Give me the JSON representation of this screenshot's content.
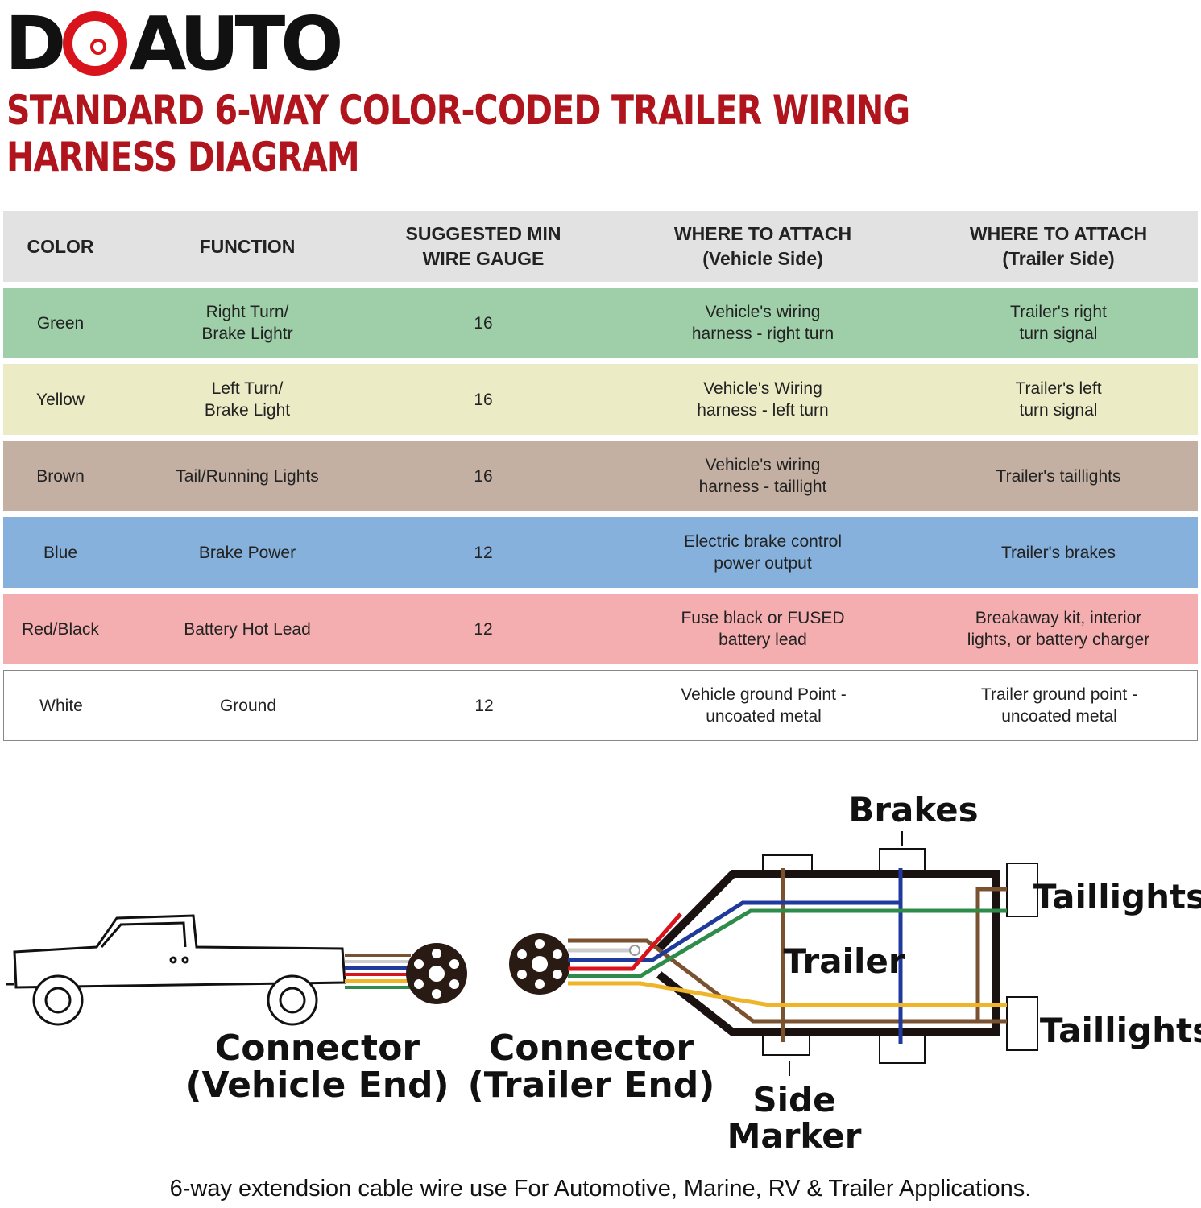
{
  "brand": {
    "logo": "DOAUTO",
    "accent": "#d8131c"
  },
  "title": {
    "line1": "STANDARD 6-WAY COLOR-CODED TRAILER WIRING",
    "line2": "HARNESS DIAGRAM",
    "color": "#b0141c"
  },
  "table": {
    "headers": [
      "COLOR",
      "FUNCTION",
      "SUGGESTED MIN\nWIRE GAUGE",
      "WHERE TO ATTACH\n(Vehicle Side)",
      "WHERE TO ATTACH\n(Trailer Side)"
    ],
    "rows": [
      {
        "bg": "#9ecfa8",
        "cells": [
          "Green",
          "Right Turn/\nBrake Lightr",
          "16",
          "Vehicle's wiring\nharness - right turn",
          "Trailer's right\nturn signal"
        ]
      },
      {
        "bg": "#ebebc5",
        "cells": [
          "Yellow",
          "Left Turn/\nBrake Light",
          "16",
          "Vehicle's Wiring\nharness - left turn",
          "Trailer's left\nturn signal"
        ]
      },
      {
        "bg": "#c3b0a2",
        "cells": [
          "Brown",
          "Tail/Running Lights",
          "16",
          "Vehicle's wiring\nharness - taillight",
          "Trailer's taillights"
        ]
      },
      {
        "bg": "#85b1dc",
        "cells": [
          "Blue",
          "Brake Power",
          "12",
          "Electric brake control\npower output",
          "Trailer's brakes"
        ]
      },
      {
        "bg": "#f5aeb0",
        "cells": [
          "Red/Black",
          "Battery Hot Lead",
          "12",
          "Fuse black or FUSED\nbattery lead",
          "Breakaway kit, interior\nlights, or battery charger"
        ]
      },
      {
        "bg": "#ffffff",
        "cells": [
          "White",
          "Ground",
          "12",
          "Vehicle ground Point -\nuncoated metal",
          "Trailer ground point -\nuncoated metal"
        ]
      }
    ]
  },
  "diagram": {
    "brakes": "Brakes",
    "taillights_top": "Taillights",
    "taillights_bottom": "Taillights",
    "trailer": "Trailer",
    "side_marker_1": "Side",
    "side_marker_2": "Marker",
    "connector_vehicle_1": "Connector",
    "connector_vehicle_2": "(Vehicle End)",
    "connector_trailer_1": "Connector",
    "connector_trailer_2": "(Trailer End)",
    "wire_colors": {
      "green": "#2e8b4a",
      "yellow": "#f0b429",
      "brown": "#7a5230",
      "blue": "#1f3a9c",
      "red": "#d8131c",
      "white": "#ffffff"
    }
  },
  "footer": "6-way extendsion cable wire use For Automotive, Marine, RV & Trailer Applications."
}
